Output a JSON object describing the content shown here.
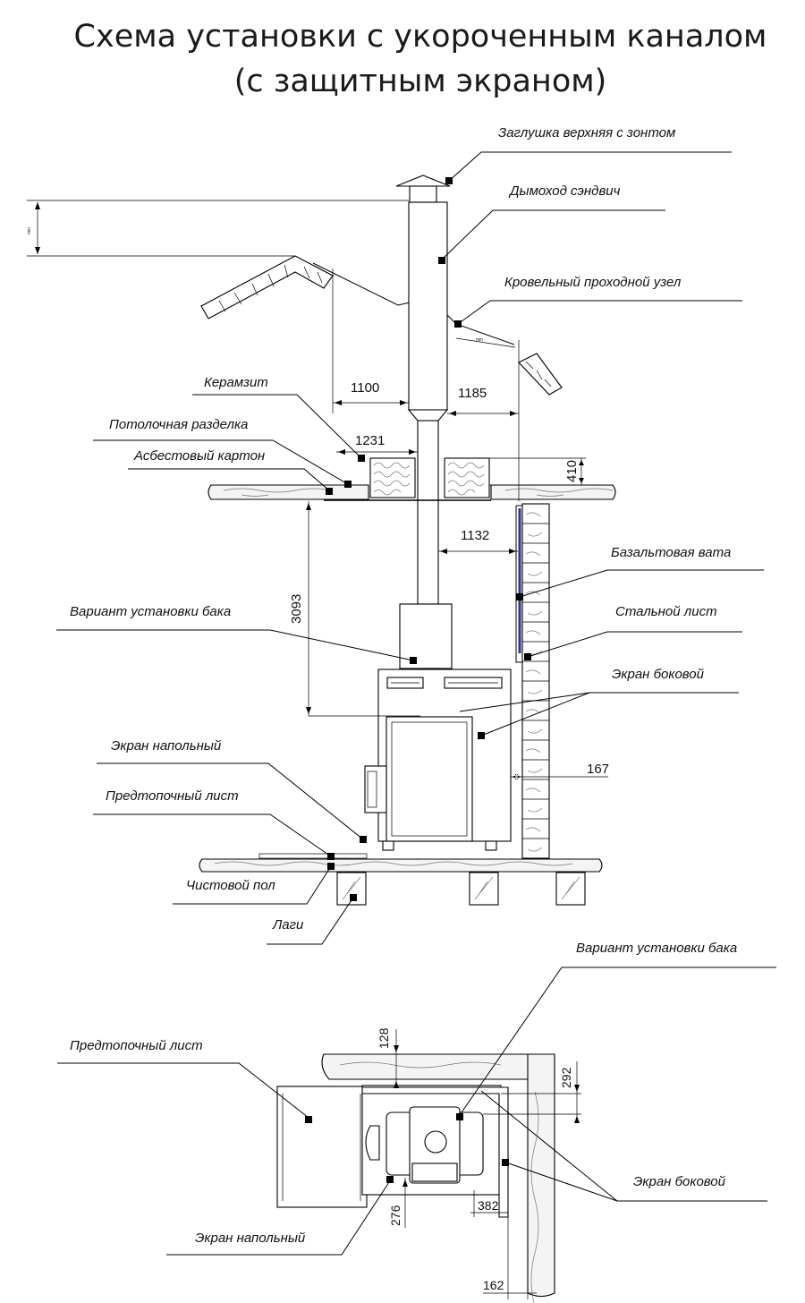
{
  "title": {
    "line1": "Схема установки с укороченным каналом",
    "line2": "(с защитным экраном)"
  },
  "labels": {
    "cap": "Заглушка верхняя с зонтом",
    "chimney": "Дымоход сэндвич",
    "roof_pass": "Кровельный проходной узел",
    "keramzit": "Керамзит",
    "ceiling_cut": "Потолочная разделка",
    "asbestos": "Асбестовый картон",
    "basalt": "Базальтовая вата",
    "steel_sheet": "Стальной лист",
    "tank_option": "Вариант установки бака",
    "side_screen": "Экран боковой",
    "floor_screen": "Экран напольный",
    "pre_furnace": "Предтопочный лист",
    "clean_floor": "Чистовой пол",
    "joists": "Лаги",
    "plan_tank_option": "Вариант установки бака",
    "plan_pre_furnace": "Предтопочный лист",
    "plan_side_screen": "Экран боковой",
    "plan_floor_screen": "Экран напольный"
  },
  "dimensions": {
    "d1100": "1100",
    "d1185": "1185",
    "d1231": "1231",
    "d410": "410",
    "d1132": "1132",
    "d3093": "3093",
    "d167": "167",
    "d128": "128",
    "d292": "292",
    "d276": "276",
    "d382": "382",
    "d162": "162",
    "d_min_top": "min",
    "d_min_roof": "min"
  }
}
